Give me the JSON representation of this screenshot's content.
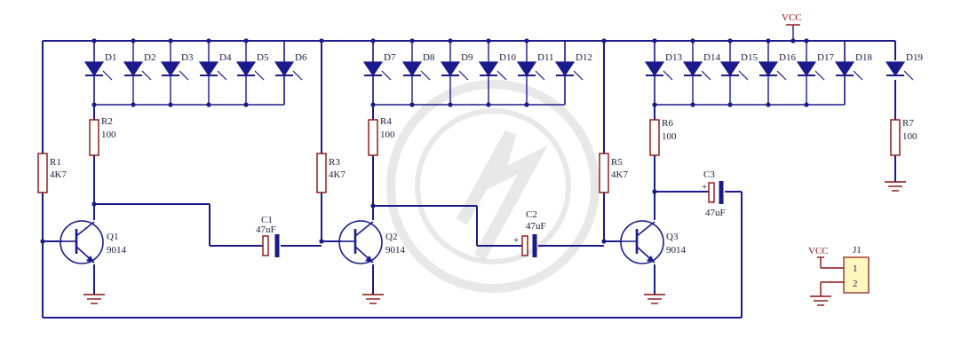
{
  "supply": {
    "label": "VCC"
  },
  "connector": {
    "ref": "J1",
    "pin1": "1",
    "pin2": "2",
    "vcc": "VCC"
  },
  "leds": [
    "D1",
    "D2",
    "D3",
    "D4",
    "D5",
    "D6",
    "D7",
    "D8",
    "D9",
    "D10",
    "D11",
    "D12",
    "D13",
    "D14",
    "D15",
    "D16",
    "D17",
    "D18",
    "D19"
  ],
  "resistors": [
    {
      "ref": "R1",
      "value": "4K7"
    },
    {
      "ref": "R2",
      "value": "100"
    },
    {
      "ref": "R3",
      "value": "4K7"
    },
    {
      "ref": "R4",
      "value": "100"
    },
    {
      "ref": "R5",
      "value": "4K7"
    },
    {
      "ref": "R6",
      "value": "100"
    },
    {
      "ref": "R7",
      "value": "100"
    }
  ],
  "capacitors": [
    {
      "ref": "C1",
      "value": "47uF"
    },
    {
      "ref": "C2",
      "value": "47uF"
    },
    {
      "ref": "C3",
      "value": "47uF"
    }
  ],
  "transistors": [
    {
      "ref": "Q1",
      "part": "9014"
    },
    {
      "ref": "Q2",
      "part": "9014"
    },
    {
      "ref": "Q3",
      "part": "9014"
    }
  ]
}
